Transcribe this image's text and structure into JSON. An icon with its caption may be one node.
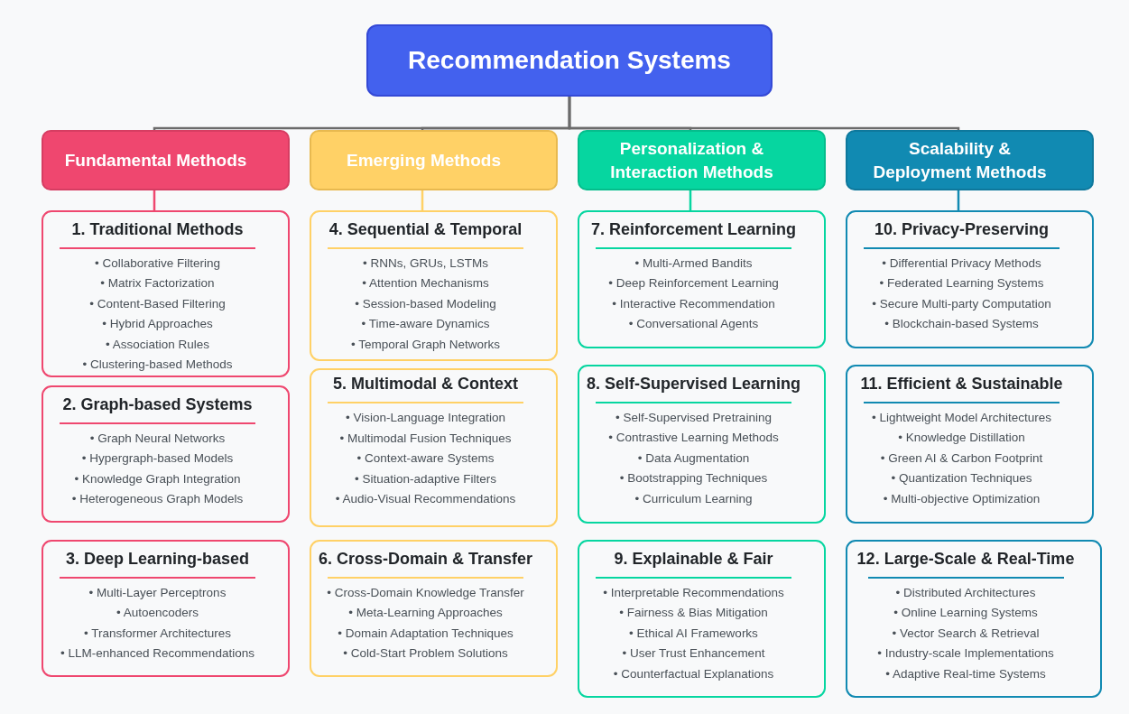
{
  "diagram": {
    "nodes": [
      {
        "text": [
          "Recommendation Systems"
        ]
      },
      {
        "text": [
          "Fundamental Methods"
        ]
      },
      {
        "text": [
          "Emerging Methods"
        ]
      },
      {
        "text": [
          "Personalization & Interaction Methods"
        ]
      },
      {
        "text": [
          "Scalability & Deployment Methods"
        ]
      },
      {
        "text": [
          "1. Traditional Methods",
          "• Collaborative Filtering",
          "• Matrix Factorization",
          "• Content-Based Filtering",
          "• Hybrid Approaches",
          "• Association Rules",
          "• Clustering-based Methods"
        ]
      },
      {
        "text": [
          "2. Graph-based Systems",
          "• Graph Neural Networks",
          "• Hypergraph-based Models",
          "• Knowledge Graph Integration",
          "• Heterogeneous Graph Models"
        ]
      },
      {
        "text": [
          "3. Deep Learning-based",
          "• Multi-Layer Perceptrons",
          "• Autoencoders",
          "• Transformer Architectures",
          "• LLM-enhanced Recommendations"
        ]
      },
      {
        "text": [
          "4. Sequential & Temporal",
          "• RNNs, GRUs, LSTMs",
          "• Attention Mechanisms",
          "• Session-based Modeling",
          "• Time-aware Dynamics",
          "• Temporal Graph Networks"
        ]
      },
      {
        "text": [
          "5. Multimodal & Context",
          "• Vision-Language Integration",
          "• Multimodal Fusion Techniques",
          "• Context-aware Systems",
          "• Situation-adaptive Filters",
          "• Audio-Visual Recommendations"
        ]
      },
      {
        "text": [
          "6. Cross-Domain & Transfer",
          "• Cross-Domain Knowledge Transfer",
          "• Meta-Learning Approaches",
          "• Domain Adaptation Techniques",
          "• Cold-Start Problem Solutions"
        ]
      },
      {
        "text": [
          "7. Reinforcement Learning",
          "• Multi-Armed Bandits",
          "• Deep Reinforcement Learning",
          "• Interactive Recommendation",
          "• Conversational Agents"
        ]
      },
      {
        "text": [
          "8. Self-Supervised Learning",
          "• Self-Supervised Pretraining",
          "• Contrastive Learning Methods",
          "• Data Augmentation",
          "• Bootstrapping Techniques",
          "• Curriculum Learning"
        ]
      },
      {
        "text": [
          "9. Explainable & Fair",
          "• Interpretable Recommendations",
          "• Fairness & Bias Mitigation",
          "• Ethical AI Frameworks",
          "• User Trust Enhancement",
          "• Counterfactual Explanations"
        ]
      },
      {
        "text": [
          "10. Privacy-Preserving",
          "• Differential Privacy Methods",
          "• Federated Learning Systems",
          "• Secure Multi-party Computation",
          "• Blockchain-based Systems"
        ]
      },
      {
        "text": [
          "11. Efficient & Sustainable",
          "• Lightweight Model Architectures",
          "• Knowledge Distillation",
          "• Green AI & Carbon Footprint",
          "• Quantization Techniques",
          "• Multi-objective Optimization"
        ]
      },
      {
        "text": [
          "12. Large-Scale & Real-Time",
          "• Distributed Architectures",
          "• Online Learning Systems",
          "• Vector Search & Retrieval",
          "• Industry-scale Implementations",
          "• Adaptive Real-time Systems"
        ]
      }
    ],
    "edges": [
      {
        "from": 0,
        "to": 1,
        "arrow": "none"
      },
      {
        "from": 0,
        "to": 2,
        "arrow": "none"
      },
      {
        "from": 0,
        "to": 3,
        "arrow": "none"
      },
      {
        "from": 0,
        "to": 4,
        "arrow": "none"
      },
      {
        "from": 1,
        "to": 5,
        "arrow": "none",
        "color": "#ef476f"
      },
      {
        "from": 2,
        "to": 8,
        "arrow": "none",
        "color": "#ffd166"
      },
      {
        "from": 3,
        "to": 11,
        "arrow": "none",
        "color": "#06d6a0"
      },
      {
        "from": 4,
        "to": 14,
        "arrow": "none",
        "color": "#118ab2"
      }
    ]
  }
}
